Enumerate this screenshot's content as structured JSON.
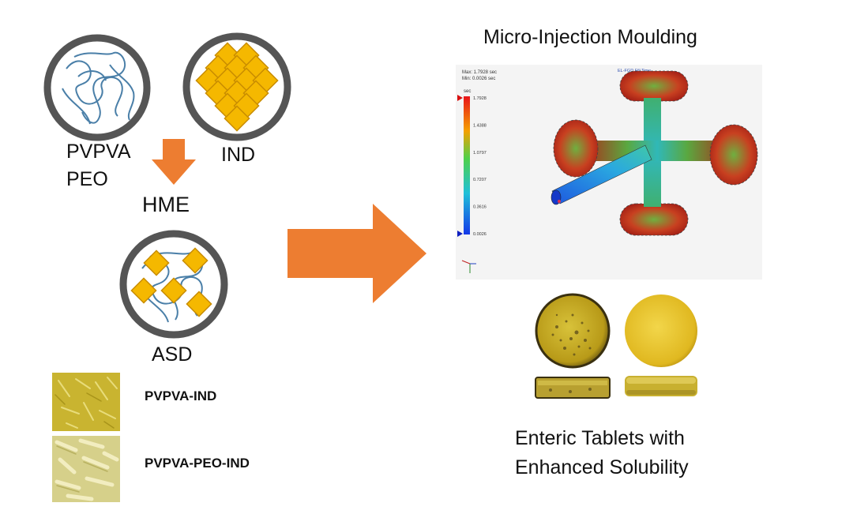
{
  "left": {
    "polymer_label_1": "PVPVA",
    "polymer_label_2": "PEO",
    "drug_label": "IND",
    "process_label": "HME",
    "product_label": "ASD",
    "samples": [
      {
        "label": "PVPVA-IND"
      },
      {
        "label": "PVPVA-PEO-IND"
      }
    ]
  },
  "right": {
    "title": "Micro-Injection Moulding",
    "sim_readout_max": "Max: 1.7928 sec",
    "sim_readout_min": "Min: 0.0026 sec",
    "sim_legend_title": "sec",
    "sim_legend_ticks": [
      "1.7928",
      "1.4388",
      "1.0797",
      "0.7207",
      "0.3616",
      "0.0026"
    ],
    "sim_part_label": "EL-FGD Fill Time",
    "caption_line_1": "Enteric Tablets with",
    "caption_line_2": "Enhanced Solubility"
  },
  "colors": {
    "ring": "#555555",
    "chain": "#4a7fa8",
    "crystal": "#f5b800",
    "crystal_edge": "#c98d00",
    "arrow": "#ed7d31"
  }
}
